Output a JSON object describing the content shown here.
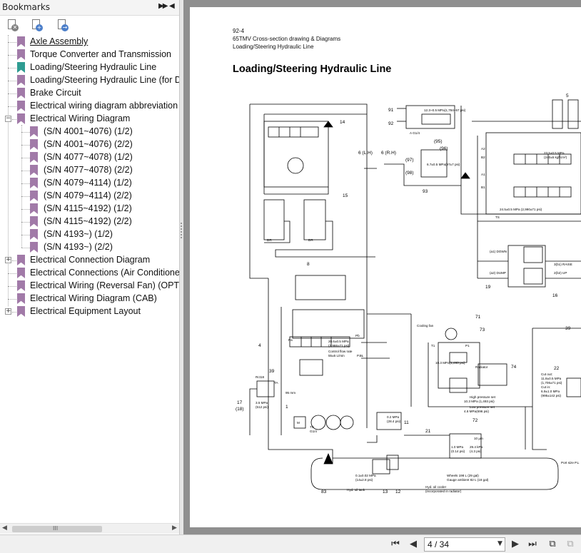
{
  "bookmarks_panel": {
    "title": "Bookmarks",
    "toolbar": {
      "icons": [
        "delete-bookmark-icon",
        "expand-bookmark-icon",
        "find-bookmark-icon"
      ]
    },
    "items": [
      {
        "label": "Axle Assembly",
        "selected": true
      },
      {
        "label": "Torque Converter and Transmission"
      },
      {
        "label": "Loading/Steering Hydraulic Line",
        "current": true
      },
      {
        "label": "Loading/Steering Hydraulic Line (for D"
      },
      {
        "label": "Brake Circuit"
      },
      {
        "label": "Electrical wiring diagram abbreviation c"
      },
      {
        "label": "Electrical Wiring Diagram",
        "expanded": true
      },
      {
        "label": "(S/N 4001~4076) (1/2)"
      },
      {
        "label": "(S/N 4001~4076) (2/2)"
      },
      {
        "label": "(S/N 4077~4078) (1/2)"
      },
      {
        "label": "(S/N 4077~4078) (2/2)"
      },
      {
        "label": "(S/N 4079~4114) (1/2)"
      },
      {
        "label": "(S/N 4079~4114) (2/2)"
      },
      {
        "label": "(S/N 4115~4192) (1/2)"
      },
      {
        "label": "(S/N 4115~4192) (2/2)"
      },
      {
        "label": "(S/N 4193~) (1/2)"
      },
      {
        "label": "(S/N 4193~) (2/2)"
      },
      {
        "label": "Electrical Connection Diagram"
      },
      {
        "label": "Electrical Connections (Air Conditioner"
      },
      {
        "label": "Electrical Wiring (Reversal Fan) (OPT)"
      },
      {
        "label": "Electrical Wiring Diagram (CAB)"
      },
      {
        "label": "Electrical Equipment Layout"
      }
    ]
  },
  "document": {
    "page_number": "92-4",
    "model": "65TMV Cross-section drawing & Diagrams",
    "section": "Loading/Steering Hydraulic Line",
    "title": "Loading/Steering Hydraulic Line",
    "labels": {
      "l14": "14",
      "l15": "15",
      "l8": "8",
      "l4": "4",
      "l39a": "39",
      "l17": "17",
      "l18": "(18)",
      "l1": "1",
      "l83": "83",
      "l13": "13",
      "l12": "12",
      "l11": "11",
      "l91": "91",
      "l92": "92",
      "l93": "93",
      "l95": "(95)",
      "l96": "(96)",
      "l97": "(97)",
      "l98": "(98)",
      "l6lh": "6 (L.H)",
      "l6rh": "6 (R.H)",
      "l5": "5",
      "l19": "19",
      "l16": "16",
      "l71": "71",
      "l73": "73",
      "l74": "74",
      "l72": "72",
      "l21": "21",
      "l22": "22",
      "l39b": "39",
      "relief1": "23.5±0.5 MPa",
      "relief2": "(240±5 kgf/cm²)",
      "relief3": "24.5±0.5 MPa (2,990±71 psi)",
      "pilot1": "20.6±0.5 MPa",
      "pilot2": "(2,986±71 psi)",
      "control_flow": "Control flow rate",
      "control_flow_val": "55±5 L/min",
      "rct": "Rct18",
      "p35": "3.5 MPa",
      "p35psi": "(512 psi)",
      "mm95": "95 mm",
      "cooling_fan": "Cooling fan",
      "radiator": "Radiator",
      "hp_set": "High pressure set",
      "hp_val": "10.3 MPa (1,493 psi)",
      "lp_set": "Low pressure set",
      "lp_val": "4.8 MPa(696 psi)",
      "p10": "10.3 MPa(1,493 psi)",
      "cut_out": "Cut out:",
      "cut_out_val": "11.8±0.5 MPa",
      "cut_out_psi": "(1,706±71 psi)",
      "cut_in": "Cut in:",
      "cut_in_val": "6.9±1.0 MPa",
      "cut_in_psi": "(995±142 psi)",
      "p02": "0.2 MPa",
      "p02psi": "(28.4 psi)",
      "filter10": "10 μm",
      "f1": "1.0 MPa",
      "f1psi": "(0.14 psi)",
      "f2": "29.4 kPa",
      "f2psi": "(4.3 psi)",
      "tank_p": "0.1±0.02 MPa",
      "tank_psi": "(14±2.8 psi)",
      "hyd_tank": "Hyd. oil tank",
      "hyd_cooler": "Hyd. oil cooler",
      "hyd_cooler2": "(incorporated in radiator)",
      "wheels": "Wheels 198 L (29 gal)",
      "gauge": "Gauge ambient 82 L (18 gal)",
      "port_size": "Port size P.L",
      "raise": "RAISE",
      "up": "UP",
      "down": "DOWN",
      "dump": "DUMP",
      "raise2": "3(b1) RAISE",
      "up2": "2(b2) UP",
      "down2": "(a1) DOWN",
      "dump2": "(a2) DUMP",
      "dr": "DR",
      "ts": "TS",
      "g14": "G1/4",
      "m": "M",
      "pa": "Pa",
      "pb": "Pb",
      "pbl": "P.BL",
      "t1": "T1",
      "p1": "P1",
      "ta": "TA",
      "a1": "A1",
      "b1": "B1",
      "a2": "A2",
      "b2": "B2",
      "pressure_ts": "TS",
      "pilot_val": "6.7±0.5 MPa(97±7 psi)",
      "p91": "A G1/4",
      "press_vl": "12.3~0.5 MPa(1,784~57 psi)"
    }
  },
  "navigation": {
    "current_page": "4 / 34",
    "icons": [
      "first-page-icon",
      "previous-page-icon",
      "next-page-icon",
      "last-page-icon",
      "go-back-icon",
      "go-forward-icon"
    ]
  }
}
